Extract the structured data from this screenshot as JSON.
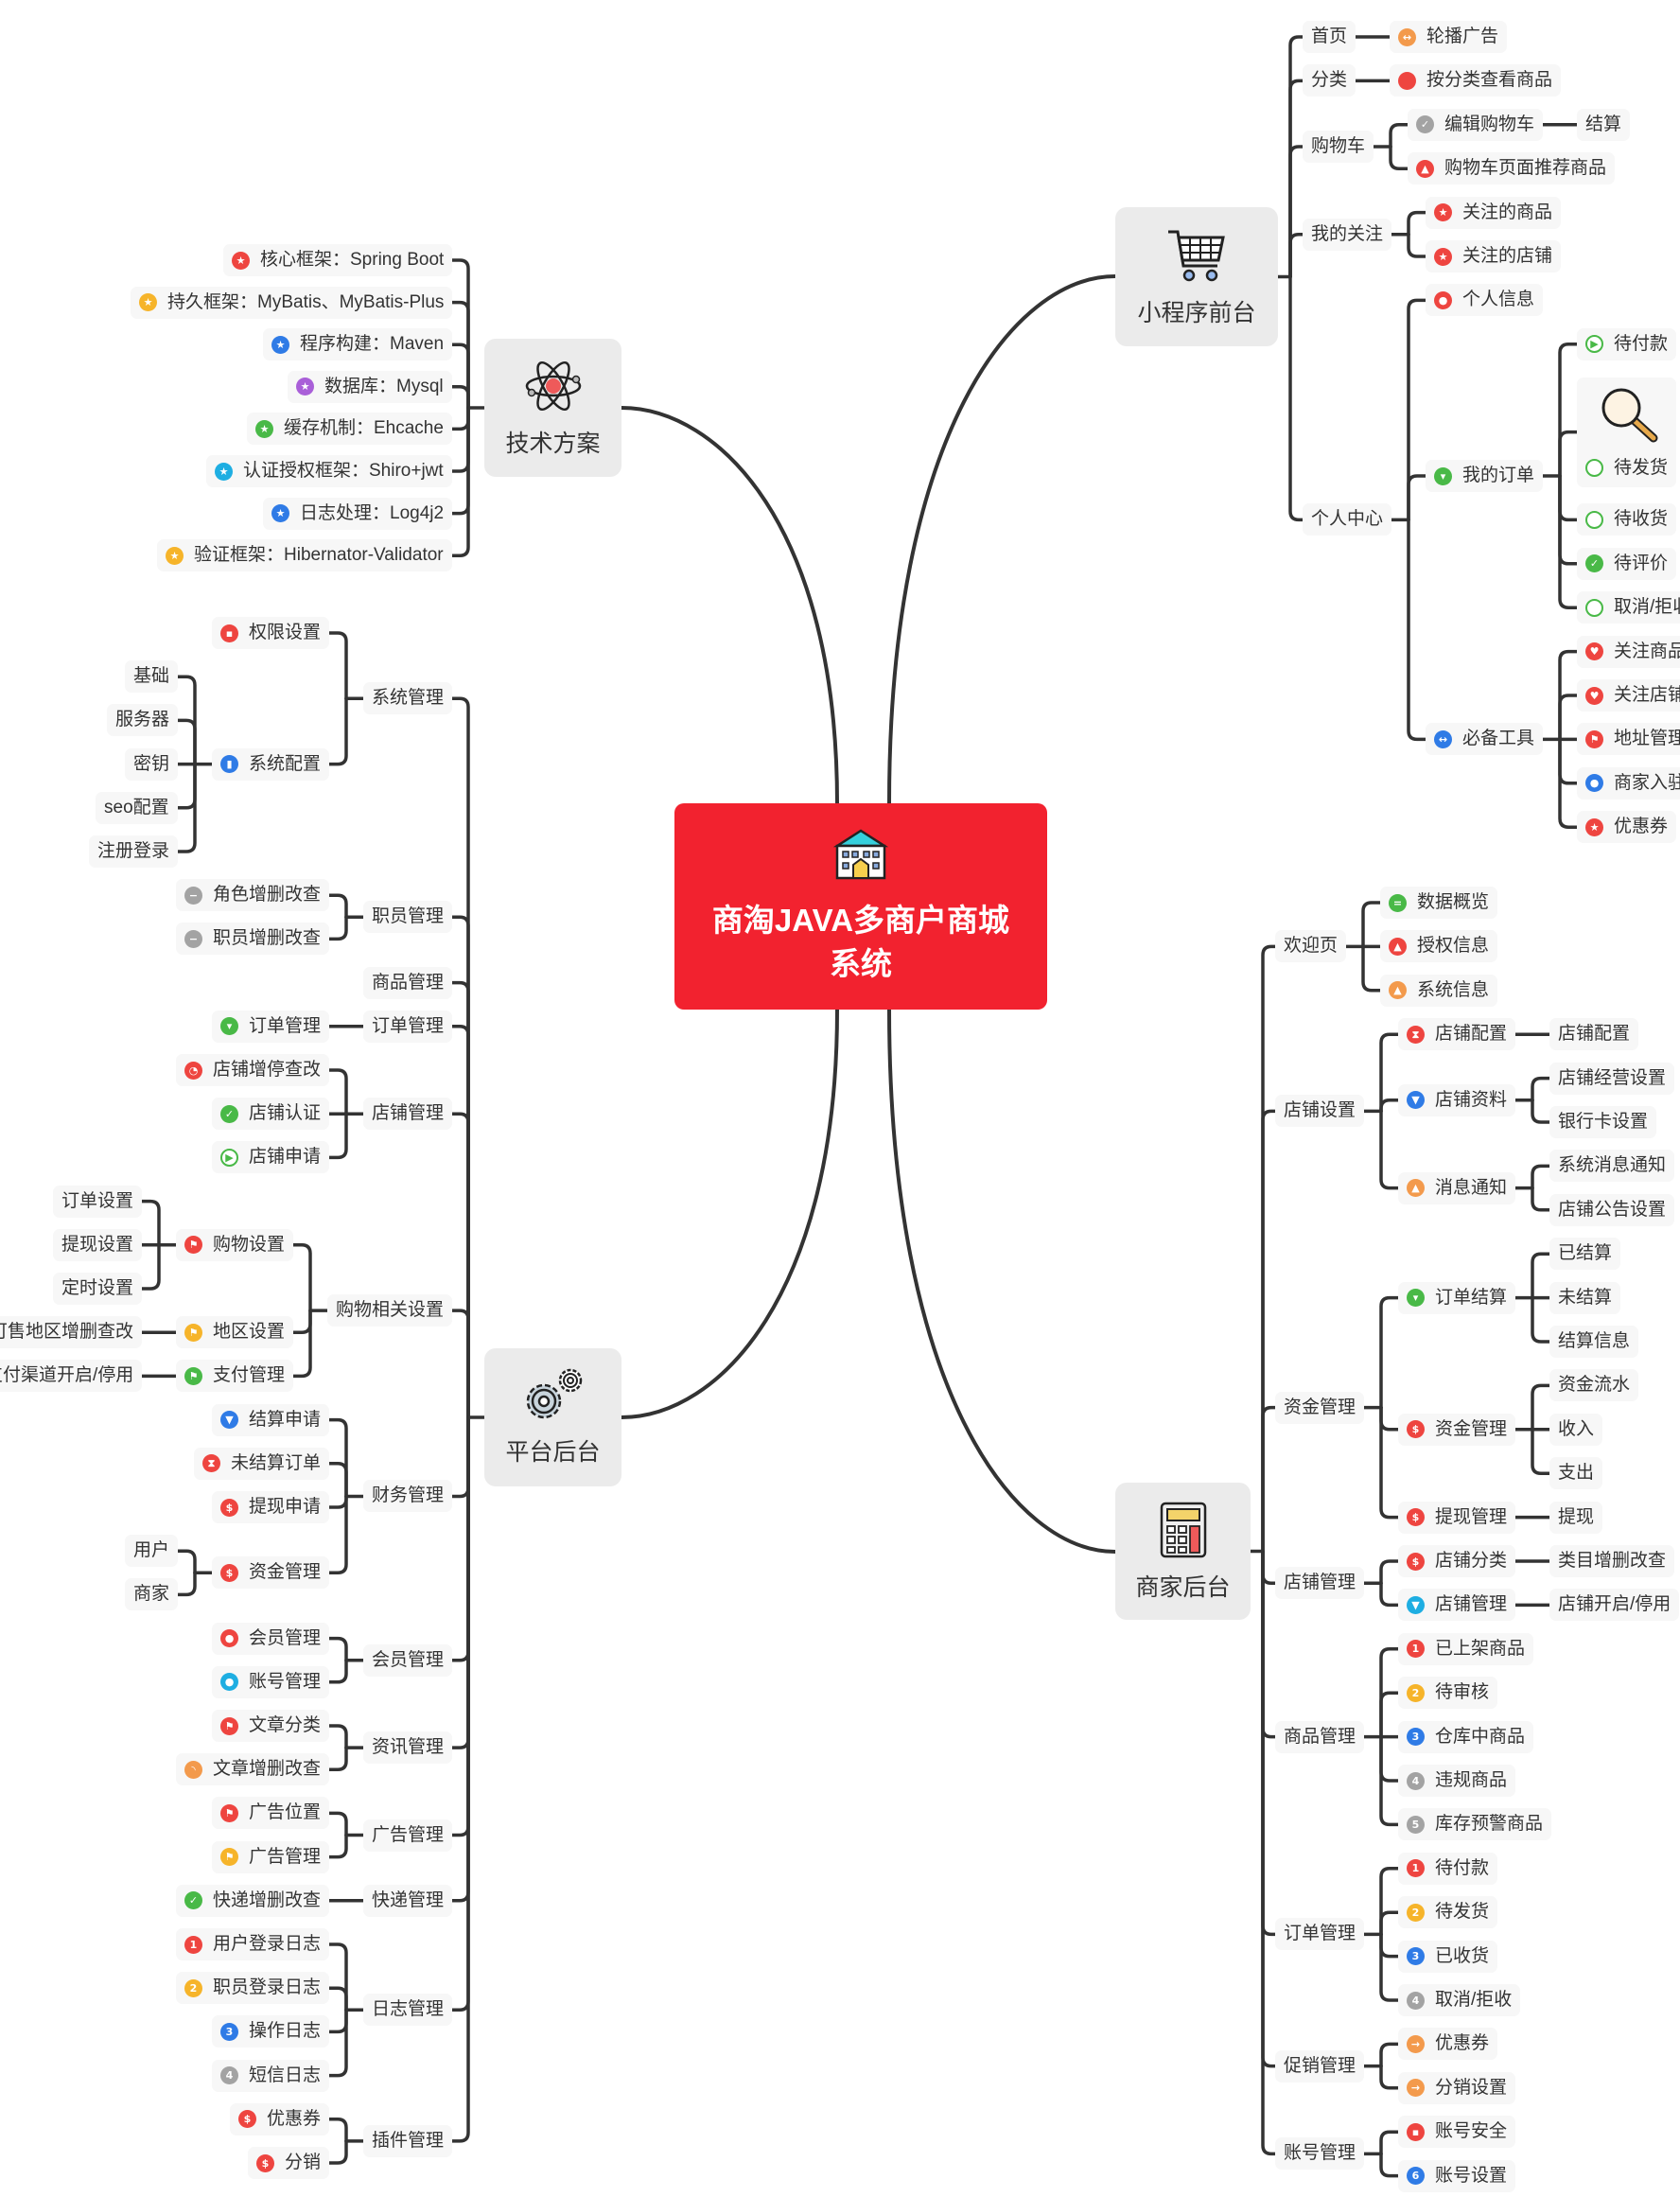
{
  "center": {
    "title_line1": "商淘JAVA多商户商城",
    "title_line2": "系统",
    "icon": "building",
    "color": "#f2222f"
  },
  "branches": [
    {
      "label": "技术方案",
      "icon": "atom",
      "children": [
        {
          "label": "核心框架：Spring Boot",
          "icon": "star",
          "color": "#ee4540"
        },
        {
          "label": "持久框架：MyBatis、MyBatis-Plus",
          "icon": "star",
          "color": "#f6b42a"
        },
        {
          "label": "程序构建：Maven",
          "icon": "star",
          "color": "#2f7be6"
        },
        {
          "label": "数据库：Mysql",
          "icon": "star",
          "color": "#a95fd8"
        },
        {
          "label": "缓存机制：Ehcache",
          "icon": "star",
          "color": "#49b947"
        },
        {
          "label": "认证授权框架：Shiro+jwt",
          "icon": "star",
          "color": "#1eaee2"
        },
        {
          "label": "日志处理：Log4j2",
          "icon": "star",
          "color": "#2f7be6"
        },
        {
          "label": "验证框架：Hibernator-Validator",
          "icon": "star",
          "color": "#f6b42a"
        }
      ]
    },
    {
      "label": "小程序前台",
      "icon": "cart",
      "children": [
        {
          "label": "首页",
          "children": [
            {
              "label": "轮播广告",
              "icon": "arrows-lr",
              "color": "#f39a4c"
            }
          ]
        },
        {
          "label": "分类",
          "children": [
            {
              "label": "按分类查看商品",
              "icon": "dot",
              "color": "#ee4540"
            }
          ]
        },
        {
          "label": "购物车",
          "children": [
            {
              "label": "编辑购物车",
              "icon": "check",
              "color": "#a3a3a3",
              "children": [
                {
                  "label": "结算"
                }
              ]
            },
            {
              "label": "购物车页面推荐商品",
              "icon": "thumb",
              "color": "#ee4540"
            }
          ]
        },
        {
          "label": "我的关注",
          "children": [
            {
              "label": "关注的商品",
              "icon": "star",
              "color": "#ee4540"
            },
            {
              "label": "关注的店铺",
              "icon": "star",
              "color": "#ee4540"
            }
          ]
        },
        {
          "label": "个人中心",
          "children": [
            {
              "label": "个人信息",
              "icon": "person",
              "color": "#ee4540"
            },
            {
              "label": "我的订单",
              "icon": "cart",
              "color": "#49b947",
              "children": [
                {
                  "label": "待付款",
                  "icon": "play",
                  "color": "#49b947"
                },
                {
                  "label": "待发货",
                  "icon": "pie25",
                  "color": "#49b947",
                  "image": "magnifier"
                },
                {
                  "label": "待收货",
                  "icon": "pie50",
                  "color": "#49b947"
                },
                {
                  "label": "待评价",
                  "icon": "check",
                  "color": "#49b947"
                },
                {
                  "label": "取消/拒收",
                  "icon": "pie75",
                  "color": "#49b947"
                }
              ]
            },
            {
              "label": "必备工具",
              "icon": "arrows-lr",
              "color": "#2f7be6",
              "children": [
                {
                  "label": "关注商品",
                  "icon": "heart",
                  "color": "#ee4540"
                },
                {
                  "label": "关注店铺",
                  "icon": "heart",
                  "color": "#ee4540"
                },
                {
                  "label": "地址管理",
                  "icon": "flag",
                  "color": "#ee4540"
                },
                {
                  "label": "商家入驻",
                  "icon": "person",
                  "color": "#2f7be6"
                },
                {
                  "label": "优惠券",
                  "icon": "star",
                  "color": "#ee4540"
                }
              ]
            }
          ]
        }
      ]
    },
    {
      "label": "平台后台",
      "icon": "gears",
      "children": [
        {
          "label": "系统管理",
          "children": [
            {
              "label": "权限设置",
              "icon": "lock",
              "color": "#ee4540"
            },
            {
              "label": "系统配置",
              "icon": "chart",
              "color": "#2f7be6",
              "children": [
                {
                  "label": "基础"
                },
                {
                  "label": "服务器"
                },
                {
                  "label": "密钥"
                },
                {
                  "label": "seo配置"
                },
                {
                  "label": "注册登录"
                }
              ]
            }
          ]
        },
        {
          "label": "职员管理",
          "children": [
            {
              "label": "角色增删改查",
              "icon": "minus",
              "color": "#a3a3a3"
            },
            {
              "label": "职员增删改查",
              "icon": "minus",
              "color": "#a3a3a3"
            }
          ]
        },
        {
          "label": "商品管理"
        },
        {
          "label": "订单管理",
          "children": [
            {
              "label": "订单管理",
              "icon": "cart",
              "color": "#49b947"
            }
          ]
        },
        {
          "label": "店铺管理",
          "children": [
            {
              "label": "店铺增停查改",
              "icon": "clock",
              "color": "#ee4540"
            },
            {
              "label": "店铺认证",
              "icon": "check",
              "color": "#49b947"
            },
            {
              "label": "店铺申请",
              "icon": "play",
              "color": "#49b947"
            }
          ]
        },
        {
          "label": "购物相关设置",
          "children": [
            {
              "label": "购物设置",
              "icon": "flag",
              "color": "#ee4540",
              "children": [
                {
                  "label": "订单设置"
                },
                {
                  "label": "提现设置"
                },
                {
                  "label": "定时设置"
                }
              ]
            },
            {
              "label": "地区设置",
              "icon": "flag",
              "color": "#f6b42a",
              "children": [
                {
                  "label": "可售地区增删查改"
                }
              ]
            },
            {
              "label": "支付管理",
              "icon": "flag",
              "color": "#49b947",
              "children": [
                {
                  "label": "支付渠道开启/停用"
                }
              ]
            }
          ]
        },
        {
          "label": "财务管理",
          "children": [
            {
              "label": "结算申请",
              "icon": "trophy",
              "color": "#2f7be6"
            },
            {
              "label": "未结算订单",
              "icon": "hourglass",
              "color": "#ee4540"
            },
            {
              "label": "提现申请",
              "icon": "dollar",
              "color": "#ee4540"
            },
            {
              "label": "资金管理",
              "icon": "dollar",
              "color": "#ee4540",
              "children": [
                {
                  "label": "用户"
                },
                {
                  "label": "商家"
                }
              ]
            }
          ]
        },
        {
          "label": "会员管理",
          "children": [
            {
              "label": "会员管理",
              "icon": "person",
              "color": "#ee4540"
            },
            {
              "label": "账号管理",
              "icon": "person",
              "color": "#1eaee2"
            }
          ]
        },
        {
          "label": "资讯管理",
          "children": [
            {
              "label": "文章分类",
              "icon": "flag",
              "color": "#ee4540"
            },
            {
              "label": "文章增删改查",
              "icon": "rss",
              "color": "#f39a4c"
            }
          ]
        },
        {
          "label": "广告管理",
          "children": [
            {
              "label": "广告位置",
              "icon": "flag",
              "color": "#ee4540"
            },
            {
              "label": "广告管理",
              "icon": "flag",
              "color": "#f6b42a"
            }
          ]
        },
        {
          "label": "快递管理",
          "children": [
            {
              "label": "快递增删改查",
              "icon": "check",
              "color": "#49b947"
            }
          ]
        },
        {
          "label": "日志管理",
          "children": [
            {
              "label": "用户登录日志",
              "icon": "n1",
              "color": "#ee4540"
            },
            {
              "label": "职员登录日志",
              "icon": "n2",
              "color": "#f6b42a"
            },
            {
              "label": "操作日志",
              "icon": "n3",
              "color": "#2f7be6"
            },
            {
              "label": "短信日志",
              "icon": "n4",
              "color": "#a3a3a3"
            }
          ]
        },
        {
          "label": "插件管理",
          "children": [
            {
              "label": "优惠券",
              "icon": "dollar",
              "color": "#ee4540"
            },
            {
              "label": "分销",
              "icon": "dollar",
              "color": "#ee4540"
            }
          ]
        }
      ]
    },
    {
      "label": "商家后台",
      "icon": "calculator",
      "children": [
        {
          "label": "欢迎页",
          "children": [
            {
              "label": "数据概览",
              "icon": "equal",
              "color": "#49b947"
            },
            {
              "label": "授权信息",
              "icon": "thumb",
              "color": "#ee4540"
            },
            {
              "label": "系统信息",
              "icon": "bell",
              "color": "#f39a4c"
            }
          ]
        },
        {
          "label": "店铺设置",
          "children": [
            {
              "label": "店铺配置",
              "icon": "hourglass",
              "color": "#ee4540",
              "children": [
                {
                  "label": "店铺配置"
                }
              ]
            },
            {
              "label": "店铺资料",
              "icon": "trophy",
              "color": "#2f7be6",
              "children": [
                {
                  "label": "店铺经营设置"
                },
                {
                  "label": "银行卡设置"
                }
              ]
            },
            {
              "label": "消息通知",
              "icon": "bell",
              "color": "#f39a4c",
              "children": [
                {
                  "label": "系统消息通知"
                },
                {
                  "label": "店铺公告设置"
                }
              ]
            }
          ]
        },
        {
          "label": "资金管理",
          "children": [
            {
              "label": "订单结算",
              "icon": "cart",
              "color": "#49b947",
              "children": [
                {
                  "label": "已结算"
                },
                {
                  "label": "未结算"
                },
                {
                  "label": "结算信息"
                }
              ]
            },
            {
              "label": "资金管理",
              "icon": "dollar",
              "color": "#ee4540",
              "children": [
                {
                  "label": "资金流水"
                },
                {
                  "label": "收入"
                },
                {
                  "label": "支出"
                }
              ]
            },
            {
              "label": "提现管理",
              "icon": "dollar",
              "color": "#ee4540",
              "children": [
                {
                  "label": "提现"
                }
              ]
            }
          ]
        },
        {
          "label": "店铺管理",
          "children": [
            {
              "label": "店铺分类",
              "icon": "dollar",
              "color": "#ee4540",
              "children": [
                {
                  "label": "类目增删改查"
                }
              ]
            },
            {
              "label": "店铺管理",
              "icon": "trophy",
              "color": "#1eaee2",
              "children": [
                {
                  "label": "店铺开启/停用"
                }
              ]
            }
          ]
        },
        {
          "label": "商品管理",
          "children": [
            {
              "label": "已上架商品",
              "icon": "n1",
              "color": "#ee4540"
            },
            {
              "label": "待审核",
              "icon": "n2",
              "color": "#f6b42a"
            },
            {
              "label": "仓库中商品",
              "icon": "n3",
              "color": "#2f7be6"
            },
            {
              "label": "违规商品",
              "icon": "n4",
              "color": "#a3a3a3"
            },
            {
              "label": "库存预警商品",
              "icon": "n5",
              "color": "#a3a3a3"
            }
          ]
        },
        {
          "label": "订单管理",
          "children": [
            {
              "label": "待付款",
              "icon": "n1",
              "color": "#ee4540"
            },
            {
              "label": "待发货",
              "icon": "n2",
              "color": "#f6b42a"
            },
            {
              "label": "已收货",
              "icon": "n3",
              "color": "#2f7be6"
            },
            {
              "label": "取消/拒收",
              "icon": "n4",
              "color": "#a3a3a3"
            }
          ]
        },
        {
          "label": "促销管理",
          "children": [
            {
              "label": "优惠券",
              "icon": "arrow",
              "color": "#f39a4c"
            },
            {
              "label": "分销设置",
              "icon": "arrow",
              "color": "#f39a4c"
            }
          ]
        },
        {
          "label": "账号管理",
          "children": [
            {
              "label": "账号安全",
              "icon": "lock",
              "color": "#ee4540"
            },
            {
              "label": "账号设置",
              "icon": "n6",
              "color": "#2f7be6"
            }
          ]
        }
      ]
    }
  ]
}
